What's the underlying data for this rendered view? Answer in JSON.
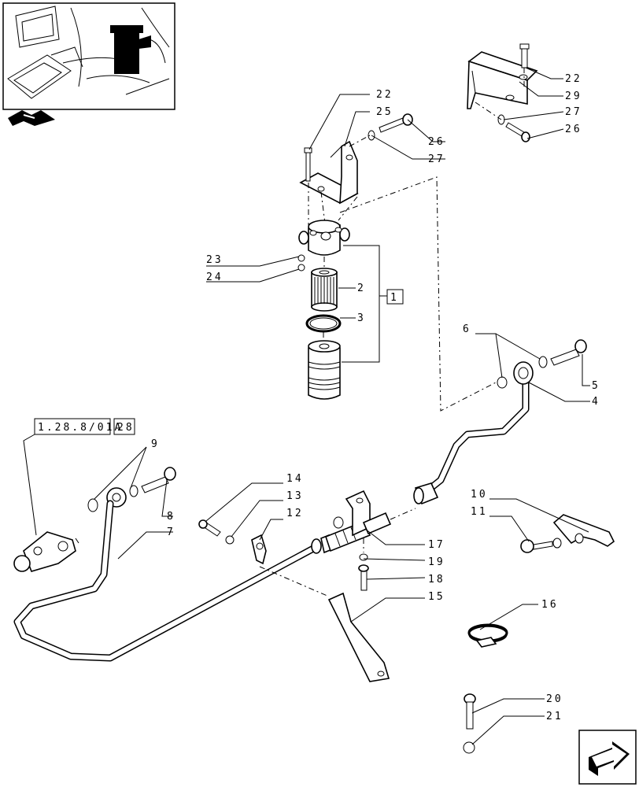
{
  "diagram": {
    "reference_box": {
      "code": "1.28.8/01A",
      "sheet": "28"
    },
    "assembly_box": "1",
    "part_labels": {
      "p1": "22",
      "p2": "25",
      "p3": "26",
      "p4": "27",
      "p5": "22",
      "p6": "29",
      "p7": "27",
      "p8": "26",
      "p9": "23",
      "p10": "24",
      "p11": "2",
      "p12": "3",
      "p13": "6",
      "p14": "5",
      "p15": "4",
      "p16": "9",
      "p17": "8",
      "p18": "7",
      "p19": "14",
      "p20": "13",
      "p21": "12",
      "p22": "17",
      "p23": "19",
      "p24": "18",
      "p25": "15",
      "p26": "10",
      "p27": "11",
      "p28": "16",
      "p29": "20",
      "p30": "21"
    },
    "icons": [
      "thumbnail-location-icon",
      "navigation-arrow-icon"
    ]
  }
}
